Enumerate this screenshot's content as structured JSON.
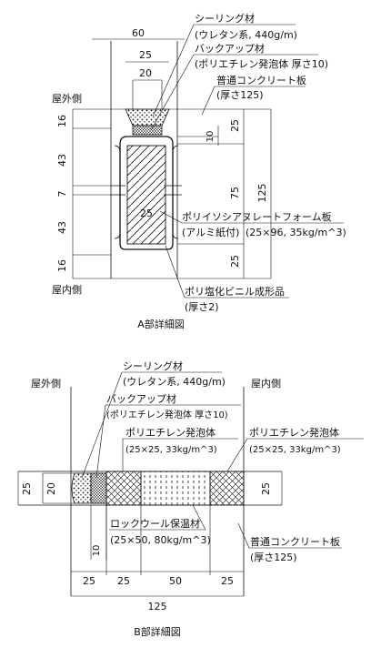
{
  "detail_a": {
    "caption": "A部詳細図",
    "outside": "屋外側",
    "inside": "屋内側",
    "dims_top": [
      "60",
      "25",
      "20"
    ],
    "dims_left": [
      "16",
      "43",
      "7",
      "43",
      "16"
    ],
    "dims_right": [
      "25",
      "10",
      "75",
      "125",
      "25"
    ],
    "inner_25": "25",
    "labels": {
      "sealant_1": "シーリング材",
      "sealant_2": "(ウレタン系, 440g/m)",
      "backup_1": "バックアップ材",
      "backup_2": "(ポリエチレン発泡体 厚さ10)",
      "concrete_1": "普通コンクリート板",
      "concrete_2": "(厚さ125)",
      "foam_1": "ポリイソシアヌレートフォーム板",
      "foam_2": "(アルミ紙付)",
      "foam_3": "(25×96, 35kg/m^3)",
      "pvc_1": "ポリ塩化ビニル成形品",
      "pvc_2": "(厚さ2)"
    }
  },
  "detail_b": {
    "caption": "B部詳細図",
    "outside": "屋外側",
    "inside": "屋内側",
    "dims_bottom": [
      "25",
      "25",
      "50",
      "25"
    ],
    "total": "125",
    "dim_left_25": "25",
    "dim_left_20": "20",
    "dim_right_25": "25",
    "dim_10": "10",
    "labels": {
      "sealant_1": "シーリング材",
      "sealant_2": "(ウレタン系, 440g/m)",
      "backup_1": "バックアップ材",
      "backup_2": "(ポリエチレン発泡体 厚さ10)",
      "pe_left_1": "ポリエチレン発泡体",
      "pe_left_2": "(25×25, 33kg/m^3)",
      "pe_right_1": "ポリエチレン発泡体",
      "pe_right_2": "(25×25, 33kg/m^3)",
      "rockwool_1": "ロックウール保温材",
      "rockwool_2": "(25×50, 80kg/m^3)",
      "concrete_1": "普通コンクリート板",
      "concrete_2": "(厚さ125)"
    }
  }
}
